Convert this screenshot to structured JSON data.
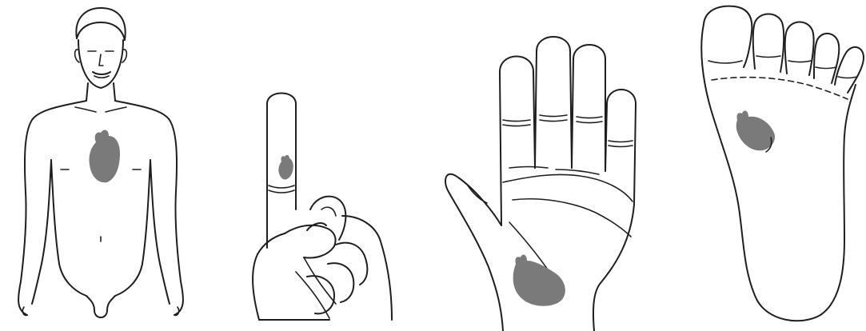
{
  "figure": {
    "panels": [
      {
        "subject": "body",
        "icon": "heart-icon"
      },
      {
        "subject": "finger",
        "icon": "heart-icon"
      },
      {
        "subject": "hand",
        "icon": "heart-icon"
      },
      {
        "subject": "foot",
        "icon": "heart-icon"
      }
    ],
    "colors": {
      "outline": "#1e1e1e",
      "heart": "#7a7a7a",
      "background": "#ffffff"
    }
  }
}
